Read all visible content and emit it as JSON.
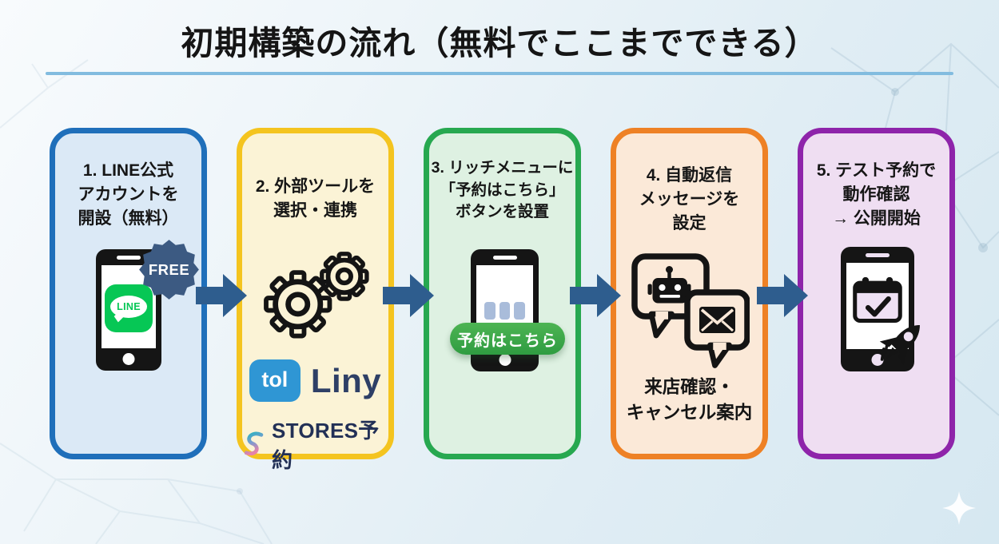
{
  "page": {
    "title": "初期構築の流れ（無料でここまでできる）",
    "title_color": "#151515",
    "underline_color": "#82bcdf",
    "arrow_color": "#2e5d8e",
    "sparkle_icon": "four-point-star",
    "background_tint": "#dfedf4"
  },
  "steps": [
    {
      "id": 1,
      "title": "1. LINE公式\nアカウントを\n開設（無料）",
      "border_color": "#1f6fba",
      "bg_color": "#dbe9f6",
      "icons": [
        "smartphone-icon",
        "line-app-icon",
        "free-badge"
      ],
      "badge_label": "FREE",
      "badge_color": "#3c5a82",
      "line_app": {
        "label": "LINE",
        "color": "#06c755"
      }
    },
    {
      "id": 2,
      "title": "2. 外部ツールを\n選択・連携",
      "border_color": "#f4c41f",
      "bg_color": "#fbf3d6",
      "icons": [
        "gears-icon"
      ],
      "logos": {
        "tol_label": "tol",
        "tol_color": "#2f96d4",
        "liny_label": "Liny",
        "liny_color": "#2e3f66",
        "stores_label": "STORES予約",
        "stores_color": "#223056"
      }
    },
    {
      "id": 3,
      "title": "3. リッチメニューに\n「予約はこちら」\nボタンを設置",
      "border_color": "#27a850",
      "bg_color": "#def1e2",
      "icons": [
        "smartphone-icon",
        "richmenu-grid-icon"
      ],
      "button_label": "予約はこちら",
      "button_color": "#38a948"
    },
    {
      "id": 4,
      "title": "4. 自動返信\nメッセージを\n設定",
      "border_color": "#ee8125",
      "bg_color": "#fbe9d8",
      "icons": [
        "chat-bubbles-icon",
        "robot-icon",
        "envelope-icon"
      ],
      "caption": "来店確認・\nキャンセル案内"
    },
    {
      "id": 5,
      "title": "5. テスト予約で\n動作確認\n→ 公開開始",
      "border_color": "#8e24aa",
      "bg_color": "#efdef2",
      "icons": [
        "smartphone-icon",
        "calendar-check-icon",
        "rocket-icon"
      ]
    }
  ]
}
